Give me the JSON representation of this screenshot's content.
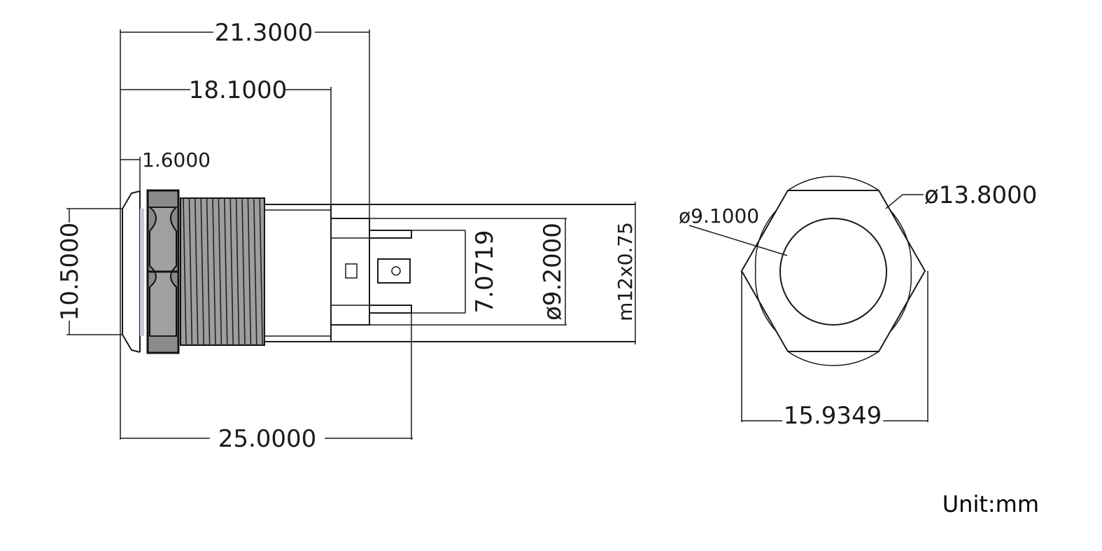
{
  "side_view": {
    "dim_overall_to_terminal": "21.3000",
    "dim_body_length": "18.1000",
    "dim_bezel_thickness": "1.6000",
    "dim_head_height": "10.5000",
    "dim_terminal_spacing": "7.0719",
    "dim_body_diameter": "ø9.2000",
    "dim_thread": "m12x0.75",
    "dim_total_length": "25.0000"
  },
  "front_view": {
    "dim_inner_diameter": "ø9.1000",
    "dim_outer_diameter": "ø13.8000",
    "dim_hex_width": "15.9349"
  },
  "unit_label": "Unit:mm"
}
